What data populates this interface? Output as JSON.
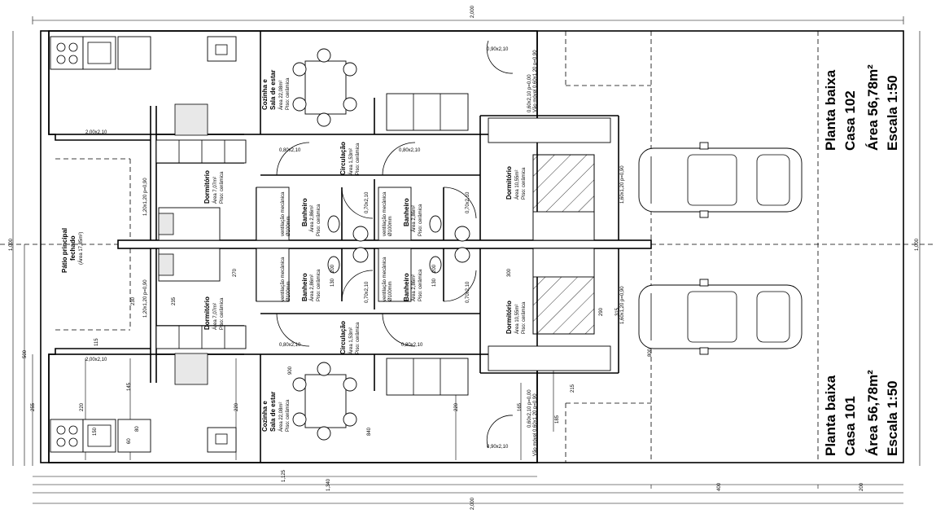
{
  "title_top": {
    "line1": "Planta baixa",
    "line2": "Casa 102",
    "line3": "Área 56,78m²",
    "line4": "Escala 1:50"
  },
  "title_bottom": {
    "line1": "Planta baixa",
    "line2": "Casa 101",
    "line3": "Área 56,78m²",
    "line4": "Escala 1:50"
  },
  "patio": {
    "name1": "Pátio principal",
    "name2": "fechado",
    "area": "(Área 17,85m²)"
  },
  "rooms_top": {
    "kitchen_name1": "Cozinha e",
    "kitchen_name2": "Sala de estar",
    "kitchen_area": "Área 22,08m²",
    "kitchen_floor": "Piso: cerâmica",
    "dorm1_name": "Dormitório",
    "dorm1_area": "Área 7,07m²",
    "dorm1_floor": "Piso: cerâmica",
    "circ_name": "Circulação",
    "circ_area": "Área 1,53m²",
    "circ_floor": "Piso: cerâmica",
    "bath_name": "Banheiro",
    "bath_area": "Área 2,86m²",
    "bath_floor": "Piso: cerâmica",
    "dorm2_name": "Dormitório",
    "dorm2_area": "Área 10,55m²",
    "dorm2_floor": "Piso: cerâmica",
    "vent": "ventilação mecânica",
    "vent_size": "Ø100mm"
  },
  "rooms_bottom": {
    "kitchen_name1": "Cozinha e",
    "kitchen_name2": "Sala de estar",
    "kitchen_area": "Área 22,08m²",
    "kitchen_floor": "Piso: cerâmica",
    "dorm1_name": "Dormitório",
    "dorm1_area": "Área 7,07m²",
    "dorm1_floor": "Piso: cerâmica",
    "circ_name": "Circulação",
    "circ_area": "Área 1,53m²",
    "circ_floor": "Piso: cerâmica",
    "bath_name": "Banheiro",
    "bath_area": "Área 2,86m²",
    "bath_floor": "Piso: cerâmica",
    "dorm2_name": "Dormitório",
    "dorm2_area": "Área 10,55m²",
    "dorm2_floor": "Piso: cerâmica",
    "vent": "ventilação mecânica",
    "vent_size": "Ø100mm"
  },
  "openings": {
    "door_080_a": "0,80x2,10",
    "door_080_b": "0,80x2,10",
    "door_080_c": "0,80x2,10",
    "door_080_d": "0,80x2,10",
    "gate_200_a": "2,00x2,10",
    "gate_200_b": "2,00x2,10",
    "door_090_a": "0,90x2,10",
    "door_090_b": "0,90x2,10",
    "win_120_a": "1,20x1,20 p=0,90",
    "win_120_b": "1,20x1,20 p=0,90",
    "win_160_a": "1,60x1,20 p=0,90",
    "win_160_b": "1,60x1,20 p=0,90",
    "win_070_a": "0,70x2,10",
    "win_070_b": "0,70x2,10",
    "win_070_c": "0,70x2,10",
    "win_070_d": "0,70x2,10",
    "win_060_a": "0,60x2,10 p=0,00",
    "win_060_b": "0,60x2,10 p=0,00",
    "vao_a": "Vão móvel 0,60x1,20 p=0,90",
    "vao_b": "Vão móvel 0,60x1,20 p=0,90"
  },
  "dimensions": {
    "top_total": "2,000",
    "bottom_total": "2,000",
    "bottom_1125": "1,125",
    "bottom_1340": "1,340",
    "bottom_400": "400",
    "bottom_200": "200",
    "left_1000": "1,000",
    "right_1000": "1,000",
    "left_500": "500",
    "left_255": "255",
    "d_220a": "220",
    "d_220b": "220",
    "d_220c": "220",
    "d_145": "145",
    "d_115": "115",
    "d_230": "230",
    "d_235a": "235",
    "d_235b": "235",
    "d_270": "270",
    "d_130a": "130",
    "d_130b": "130",
    "d_200a": "200",
    "d_200b": "200",
    "d_300": "300",
    "d_290": "290",
    "d_315": "315",
    "d_800": "800",
    "d_900": "900",
    "d_840": "840",
    "d_215": "215",
    "d_165": "165",
    "d_185": "185",
    "d_150": "150",
    "d_060": "60",
    "d_080": "80"
  }
}
